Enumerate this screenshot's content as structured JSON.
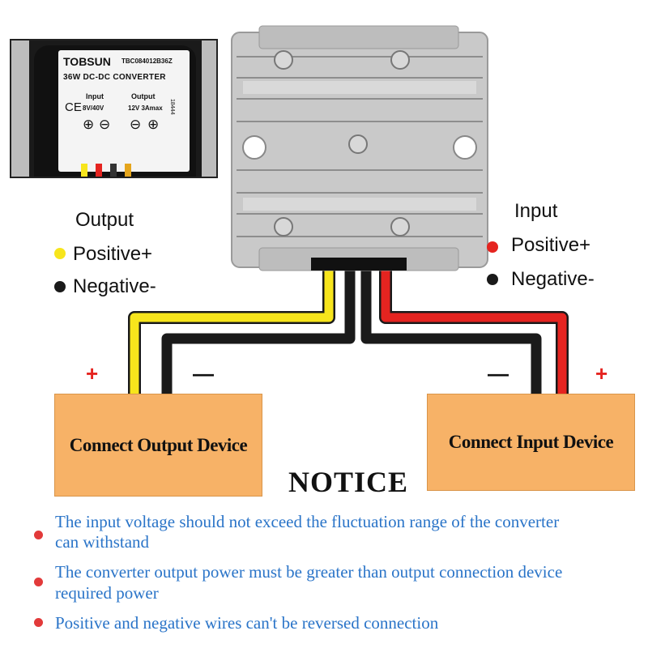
{
  "colors": {
    "red_wire": "#e52420",
    "yellow_wire": "#f7e51c",
    "black_wire": "#1a1a1a",
    "device_fill": "#f7b267",
    "note_text": "#2a74c8",
    "bullet_red": "#e23a3a"
  },
  "inset_label": {
    "brand": "TOBSUN",
    "model": "TBC084012B36Z",
    "title": "36W DC-DC CONVERTER",
    "ce_mark": "CE",
    "input_label": "Input",
    "input_value": "8V/40V",
    "output_label": "Output",
    "output_value": "12V 3Amax",
    "batch": "18444",
    "plus_symbol": "⊕",
    "minus_symbol": "⊖"
  },
  "output_legend": {
    "title": "Output",
    "positive": "Positive+",
    "negative": "Negative-"
  },
  "input_legend": {
    "title": "Input",
    "positive": "Positive+",
    "negative": "Negative-"
  },
  "output_device": {
    "label": "Connect Output Device",
    "plus": "+",
    "minus": "—"
  },
  "input_device": {
    "label": "Connect Input Device",
    "plus": "+",
    "minus": "—"
  },
  "notice": {
    "title": "NOTICE",
    "items": [
      {
        "line1": "The input voltage  should not exceed the fluctuation range of the converter",
        "line2": " can withstand"
      },
      {
        "line1": "The converter output power must be  greater than output connection device",
        "line2": "required power"
      },
      {
        "line1": "Positive and negative wires can't be  reversed connection",
        "line2": ""
      }
    ]
  }
}
